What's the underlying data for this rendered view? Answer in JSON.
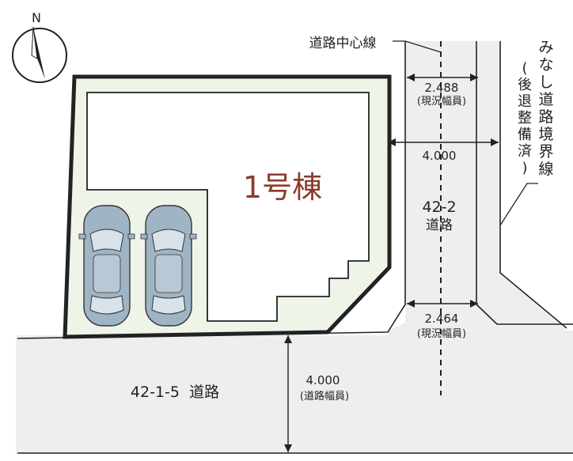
{
  "colors": {
    "lot_fill": "#eef5e8",
    "road_fill": "#eeeeee",
    "building_fill": "#ffffff",
    "outline": "#222222",
    "building_label": "#8b3a2c",
    "car_body": "#9fb4c4"
  },
  "compass": {
    "north_label": "N"
  },
  "building": {
    "label": "1号棟"
  },
  "labels": {
    "centerline": "道路中心線",
    "boundary": [
      "み",
      "な",
      "し",
      "道",
      "路",
      "境",
      "界",
      "線"
    ],
    "boundary_note": [
      "(",
      "後",
      "退",
      "整",
      "備",
      "済",
      ")"
    ]
  },
  "dimensions": {
    "top_width": {
      "value": "2.488",
      "note": "(現況幅員)"
    },
    "total_width": {
      "value": "4.000"
    },
    "bottom_width": {
      "value": "2.464",
      "note": "(現況幅員)"
    },
    "main_road_width": {
      "value": "4.000",
      "note": "(道路幅員)"
    }
  },
  "roads": {
    "side_road": {
      "code": "42-2",
      "name": "道路"
    },
    "main_road": {
      "label": "42-1-5  道路"
    }
  },
  "parking": {
    "cars": 2
  },
  "icons": [
    "compass-icon",
    "car-icon"
  ]
}
